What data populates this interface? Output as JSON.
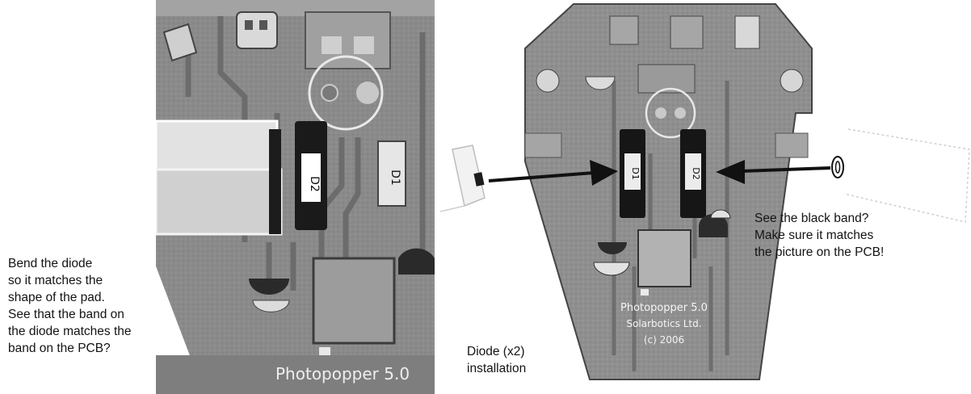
{
  "captions": {
    "left": "Bend the diode\nso it matches the\nshape of the pad.\nSee that the band on\nthe diode matches the\nband on the PCB?",
    "middle": "Diode (x2)\ninstallation",
    "right": "See the black band?\nMake sure it matches\nthe picture on the PCB!"
  },
  "pcb": {
    "left_label": "Photopopper 5.0",
    "right_label_line1": "Photopopper 5.0",
    "right_label_line2": "Solarbotics Ltd.",
    "right_label_line3": "(c) 2006"
  }
}
